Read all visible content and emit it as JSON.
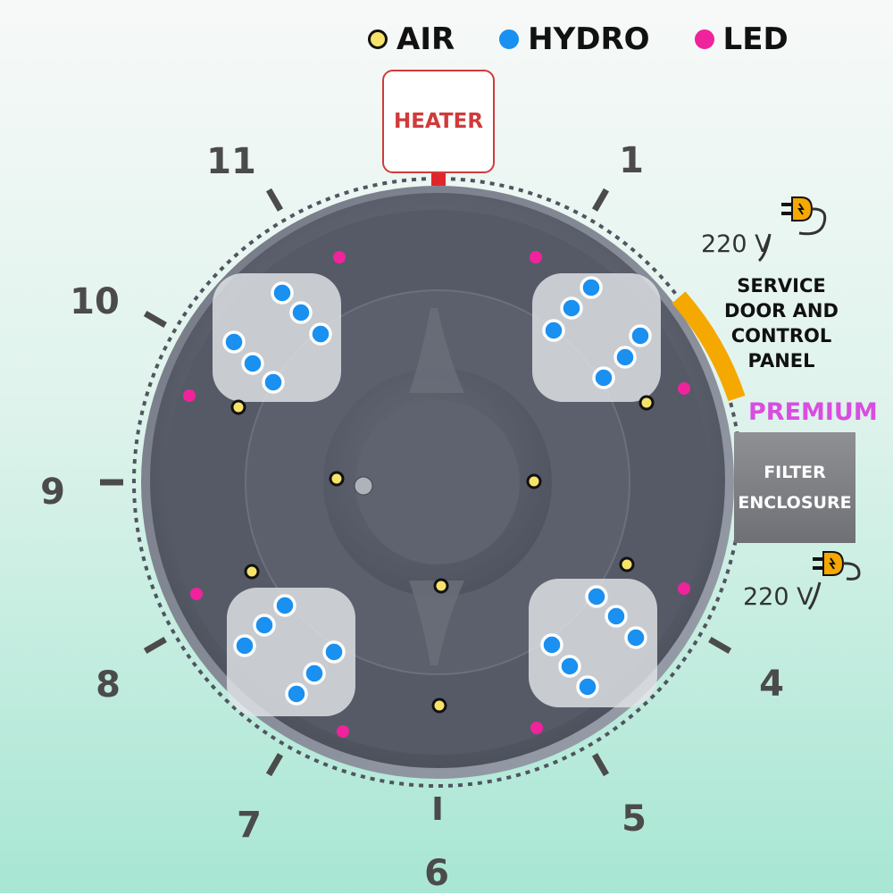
{
  "legend": {
    "air": {
      "label": "AIR",
      "color": "#f7e36a"
    },
    "hydro": {
      "label": "HYDRO",
      "color": "#1a90f0"
    },
    "led": {
      "label": "LED",
      "color": "#f0239c"
    }
  },
  "heater": {
    "label": "HEATER",
    "color": "#d23a3a"
  },
  "hours": [
    "1",
    "4",
    "5",
    "6",
    "7",
    "8",
    "9",
    "10",
    "11"
  ],
  "power": {
    "top_voltage": "220 V",
    "bottom_voltage": "220 V"
  },
  "service_panel": {
    "line1": "SERVICE",
    "line2": "DOOR AND",
    "line3": "CONTROL",
    "line4": "PANEL",
    "color": "#f5a800"
  },
  "premium": {
    "label": "PREMIUM",
    "color": "#d94de0"
  },
  "filter": {
    "line1": "FILTER",
    "line2": "ENCLOSURE"
  },
  "tub": {
    "shell_color": "#5f6470",
    "floor_color": "#474c57"
  }
}
